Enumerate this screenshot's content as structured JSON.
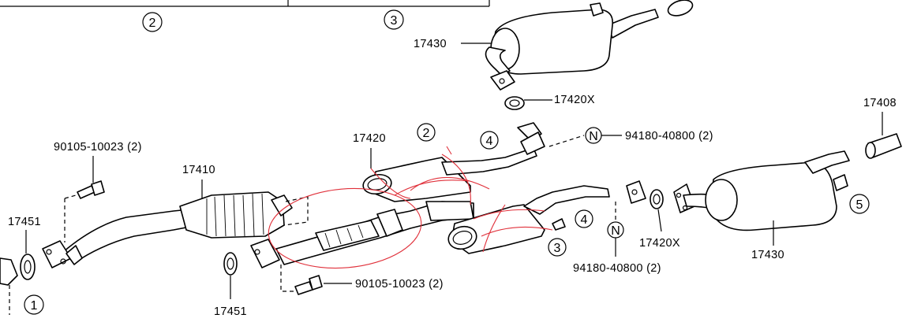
{
  "labels": {
    "converter": "17410",
    "gasket_front": "17451",
    "gasket_mid": "17451",
    "bolt_top": "90105-10023 (2)",
    "bolt_bottom": "90105-10023 (2)",
    "center_pipe": "17420",
    "muffler_top": "17430",
    "muffler_main": "17430",
    "gasket_top": "17420X",
    "gasket_right": "17420X",
    "nut_top": "94180-40800 (2)",
    "nut_bottom": "94180-40800 (2)",
    "tail_tip": "17408"
  },
  "callouts": {
    "c1": "1",
    "c2_header": "2",
    "c3_header": "3",
    "c2": "2",
    "c3": "3",
    "c4_top": "4",
    "c4_bottom": "4",
    "c5": "5",
    "n_top": "N",
    "n_bottom": "N"
  },
  "colors": {
    "ink": "#000000",
    "markup": "#e0303a"
  }
}
